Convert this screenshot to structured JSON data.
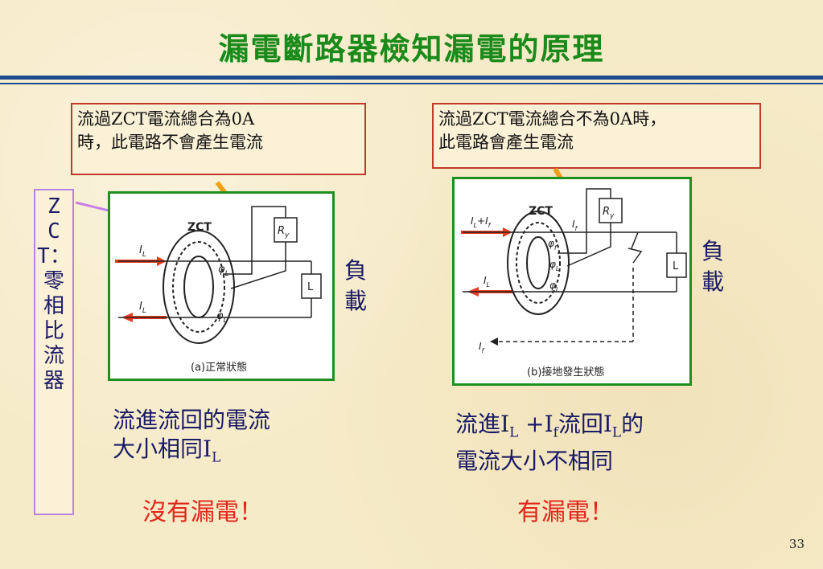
{
  "title": "漏電斷路器檢知漏電的原理",
  "callouts": {
    "left_line1": "流過ZCT電流總合為0A",
    "left_line2": "時，此電路不會產生電流",
    "right_line1": "流過ZCT電流總合不為0A時，",
    "right_line2": "此電路會產生電流"
  },
  "zct_label": [
    "Z",
    "C",
    "T：",
    "零",
    "相",
    "比",
    "流",
    "器"
  ],
  "load_label": [
    "負",
    "載"
  ],
  "left_desc": {
    "line1": "流進流回的電流",
    "line2_prefix": "大小相同I",
    "line2_sub": "L"
  },
  "right_desc": {
    "p1": "流進I",
    "s1": "L",
    "p2": " +I",
    "s2": "f",
    "p3": "流回I",
    "s3": "L",
    "p4": "的",
    "line2": "電流大小不相同"
  },
  "left_result": "沒有漏電！",
  "right_result": "有漏電！",
  "diagrams": {
    "left": {
      "zct": "ZCT",
      "current_in": "I",
      "current_sub": "L",
      "current_out": "I",
      "current_out_sub": "L",
      "flux_top": "φ",
      "flux_top_sub": "L",
      "flux_bottom": "φ",
      "flux_bottom_sub": "L",
      "resistor": "R",
      "resistor_sub": "y",
      "load": "L",
      "caption": "(a)正常狀態"
    },
    "right": {
      "zct": "ZCT",
      "current_in": "I",
      "current_in_sub": "L",
      "current_in_plus": "+I",
      "current_in_plus_sub": "f",
      "current_out": "I",
      "current_out_sub": "L",
      "flux_top": "φ",
      "flux_top_sub": "f",
      "flux_mid": "φ",
      "flux_mid_sub": "L",
      "flux_bottom": "φ",
      "flux_bottom_sub": "L",
      "fault_current": "I",
      "fault_current_sub": "f",
      "fault_current_bottom": "I",
      "fault_current_bottom_sub": "f",
      "resistor": "R",
      "resistor_sub": "y",
      "load": "L",
      "caption": "(b)接地發生狀態"
    }
  },
  "page_number": "33",
  "colors": {
    "title": "#1a8a1a",
    "callout_border": "#c0392b",
    "diagram_frame": "#1f8f1f",
    "text": "#1a1a66",
    "result": "#e2261b",
    "rule": "#1c4b8c",
    "zct_box": "#b784e0",
    "arrow_orange": "#f0a018",
    "current_arrow": "#e53a1f",
    "pointer_purple": "#c77ee6"
  }
}
